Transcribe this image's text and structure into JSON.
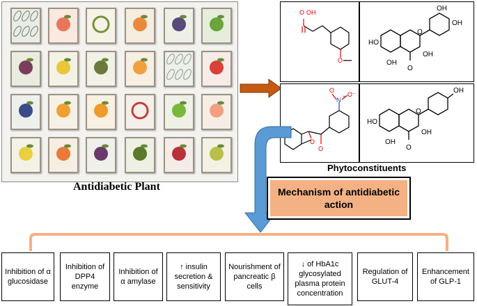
{
  "plant_label": "Antidiabetic Plant",
  "phyto_label": "Phytoconstituents",
  "mechanism_title": "Mechanism of antidiabetic action",
  "mechanisms": [
    "Inhibition of α glucosidase",
    "Inhibition of DPP4 enzyme",
    "Inhibition of α amylase",
    "↑ insulin secretion & sensitivity",
    "Nourishment of pancreatic β cells",
    "↓ of HbA1c glycosylated plasma protein concentration",
    "Regulation of GLUT-4",
    "Enhancement of GLP-1"
  ],
  "atoms": {
    "oh": "OH",
    "ho": "HO",
    "o": "O",
    "n": "N",
    "o_minus": "O⁻",
    "plus": "+"
  },
  "colors": {
    "mechanism_fill": "#f4b183",
    "bracket": "#f4b183",
    "arrow_right": "#c55a11",
    "arrow_down": "#5b9bd5",
    "heteroatom": "#e00000",
    "nitrogen": "#1f3fbf"
  },
  "plant_cards": [
    "leaf-pattern",
    "grapefruit",
    "wreath",
    "pumpkin",
    "grapes",
    "kiwi",
    "fig",
    "flowers",
    "olive-branch",
    "apricots",
    "leaf-pattern-2",
    "strawberries",
    "blueberries",
    "orange-blossom",
    "orange-slice",
    "berry-wreath",
    "green-apple",
    "peaches",
    "lemons",
    "papaya",
    "plums",
    "avocado",
    "pomegranate",
    "pears"
  ]
}
